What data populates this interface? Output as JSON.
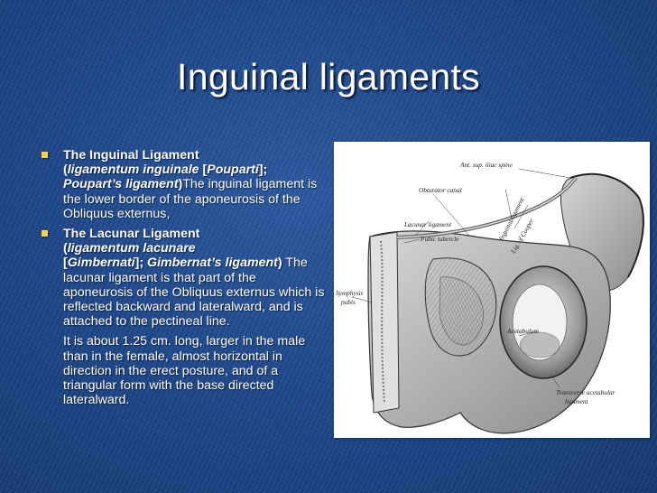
{
  "slide": {
    "title": "Inguinal ligaments"
  },
  "bullets": [
    {
      "heading": "The Inguinal Ligament",
      "latin_open": "(",
      "latin": "ligamentum inguinale",
      "open_br": " [",
      "alt1": "Pouparti",
      "close_br": "];",
      "alt2": "Poupart’s ligament",
      "close_paren": ")",
      "body": "The inguinal ligament is the lower border of the aponeurosis of the Obliquus externus,"
    },
    {
      "heading": "The Lacunar Ligament",
      "latin_open": "(",
      "latin": "ligamentum lacunare",
      "open_br": "[",
      "alt1": "Gimbernati",
      "close_br": "];",
      "alt2": "Gimbernat’s ligament",
      "close_paren": ")",
      "body": " The lacunar ligament is that part of the aponeurosis of the Obliquus externus which is reflected backward and lateralward, and is attached to the pectineal line."
    }
  ],
  "continuation": "It is about 1.25 cm. long, larger in the male than in the female, almost horizontal in direction in the erect posture, and of a triangular form with the base directed lateralward.",
  "figure": {
    "labels": {
      "ant_sup": "Ant. sup. iliac spine",
      "obturator": "Obturator canal",
      "inguinal": "Inguinal ligament",
      "lacunar": "Lacunar ligament",
      "pubic": "Pubic tubercle",
      "cooper": "Lig. of Cooper",
      "symphysis1": "Symphysis",
      "symphysis2": "pubis",
      "acetabulum": "Acetabulum",
      "transverse1": "Transverse acetabular",
      "transverse2": "ligament"
    }
  },
  "colors": {
    "bullet_marker": "#ffd24a",
    "background": "#1f4a8e",
    "text": "#ffffff"
  }
}
